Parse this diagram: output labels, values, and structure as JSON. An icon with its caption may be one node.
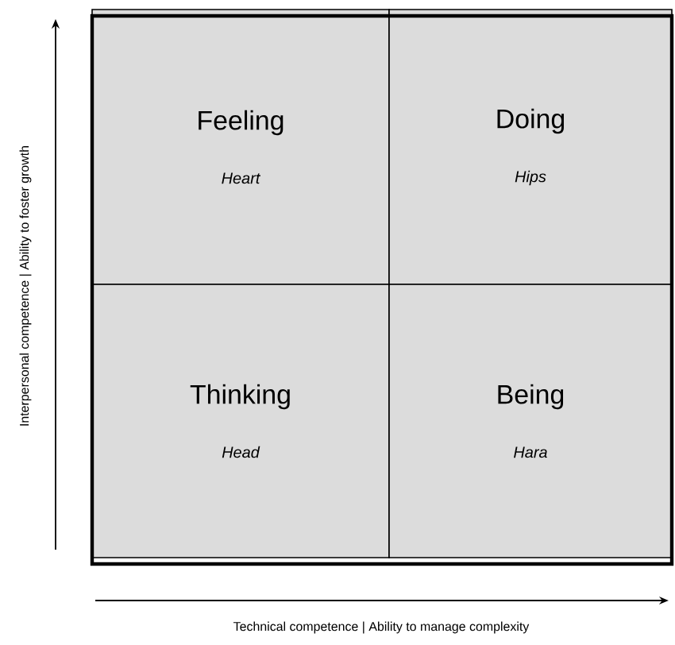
{
  "diagram": {
    "nodes": [
      {
        "text": [
          "Feeling",
          "Heart"
        ]
      },
      {
        "text": [
          "Doing",
          "Hips"
        ]
      },
      {
        "text": [
          "Thinking",
          "Head"
        ]
      },
      {
        "text": [
          "Being",
          "Hara"
        ]
      }
    ],
    "labels": [
      "Interpersonal competence | Ability to foster growth",
      "Technical competence | Ability to manage complexity"
    ]
  }
}
